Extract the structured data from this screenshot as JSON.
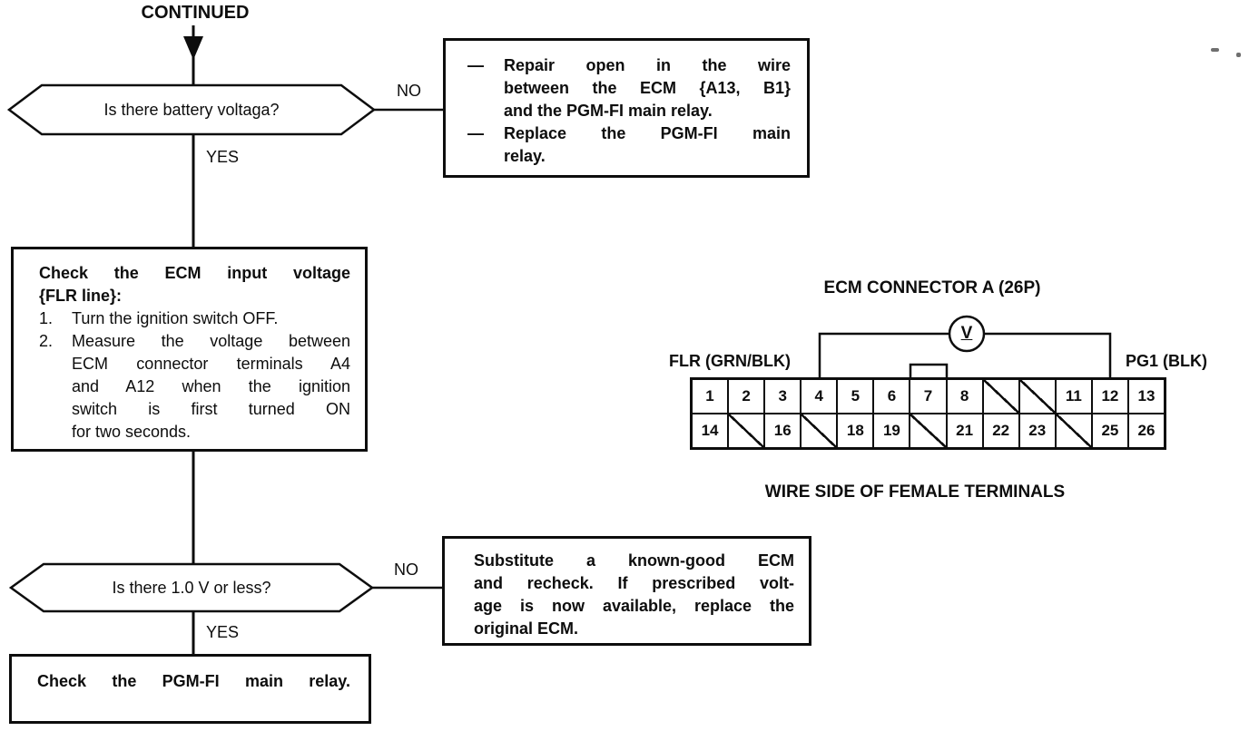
{
  "flowchart": {
    "continued_label": "CONTINUED",
    "decision_battery": {
      "question": "Is there battery voltaga?",
      "yes_label": "YES",
      "no_label": "NO"
    },
    "repair_box": {
      "bullet": "—",
      "items": [
        {
          "lines": [
            "Repair open in the wire",
            "between the ECM {A13, B1}",
            "and the PGM-FI main relay."
          ]
        },
        {
          "lines": [
            "Replace the PGM-FI main",
            "relay."
          ]
        }
      ]
    },
    "check_input_box": {
      "title_lines": [
        "Check the ECM input voltage",
        "{FLR line}:"
      ],
      "steps": [
        {
          "num": "1.",
          "lines": [
            "Turn the ignition switch OFF."
          ]
        },
        {
          "num": "2.",
          "lines": [
            "Measure the voltage between",
            "ECM connector terminals A4",
            "and A12 when the ignition",
            "switch is first turned ON",
            "for two seconds."
          ]
        }
      ]
    },
    "decision_voltage": {
      "question": "Is there 1.0 V or less?",
      "yes_label": "YES",
      "no_label": "NO"
    },
    "substitute_box": {
      "lines": [
        "Substitute a known-good ECM",
        "and recheck. If prescribed volt-",
        "age is now available, replace the",
        "original ECM."
      ]
    },
    "relay_box": {
      "text": "Check the PGM-FI main relay."
    }
  },
  "connector_diagram": {
    "title": "ECM CONNECTOR A (26P)",
    "voltmeter_symbol": "V",
    "left_pin_label": "FLR (GRN/BLK)",
    "right_pin_label": "PG1 (BLK)",
    "caption": "WIRE SIDE OF FEMALE TERMINALS",
    "pins": {
      "row1": [
        "1",
        "2",
        "3",
        "4",
        "5",
        "6",
        "7",
        "8",
        "",
        "",
        "11",
        "12",
        "13"
      ],
      "row2": [
        "14",
        "",
        "16",
        "",
        "18",
        "19",
        "",
        "21",
        "22",
        "23",
        "",
        "25",
        "26"
      ]
    }
  }
}
